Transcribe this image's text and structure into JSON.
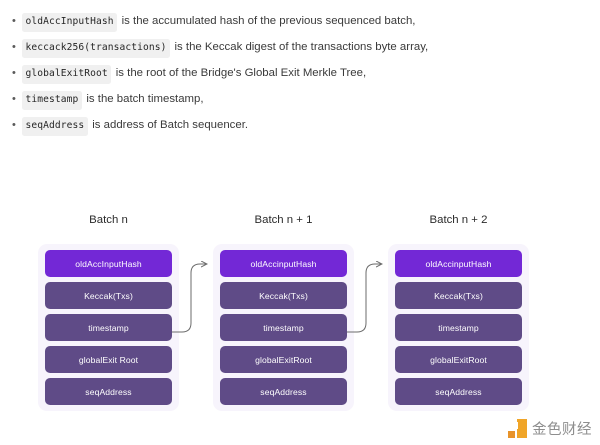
{
  "bullets": [
    {
      "code": "oldAccInputHash",
      "text": "is the accumulated hash of the previous sequenced batch,"
    },
    {
      "code": "keccack256(transactions)",
      "text": "is the Keccak digest of the transactions byte array,"
    },
    {
      "code": "globalExitRoot",
      "text": "is the root of the Bridge's Global Exit Merkle Tree,"
    },
    {
      "code": "timestamp",
      "text": "is the batch timestamp,"
    },
    {
      "code": "seqAddress",
      "text": "is address of Batch sequencer."
    }
  ],
  "diagram": {
    "batches": [
      {
        "title": "Batch n",
        "rows": [
          "oldAccInputHash",
          "Keccak(Txs)",
          "timestamp",
          "globalExit Root",
          "seqAddress"
        ]
      },
      {
        "title": "Batch n + 1",
        "rows": [
          "oldAccinputHash",
          "Keccak(Txs)",
          "timestamp",
          "globalExitRoot",
          "seqAddress"
        ]
      },
      {
        "title": "Batch n + 2",
        "rows": [
          "oldAccinputHash",
          "Keccak(Txs)",
          "timestamp",
          "globalExitRoot",
          "seqAddress"
        ]
      }
    ],
    "colors": {
      "head_block": "#7328d6",
      "body_block": "#5f4b87",
      "card_background": "#f7f4fc",
      "connector_line": "#6b6b6b"
    }
  },
  "watermark": {
    "text": "金色财经",
    "logo_color": "#f0a528"
  }
}
